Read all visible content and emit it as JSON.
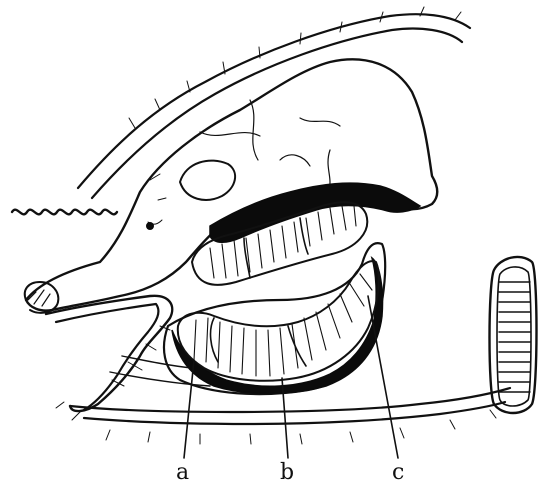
{
  "labels": {
    "a": "a",
    "b": "b",
    "c": "c"
  },
  "colors": {
    "ink": "#111111",
    "background": "#ffffff"
  }
}
